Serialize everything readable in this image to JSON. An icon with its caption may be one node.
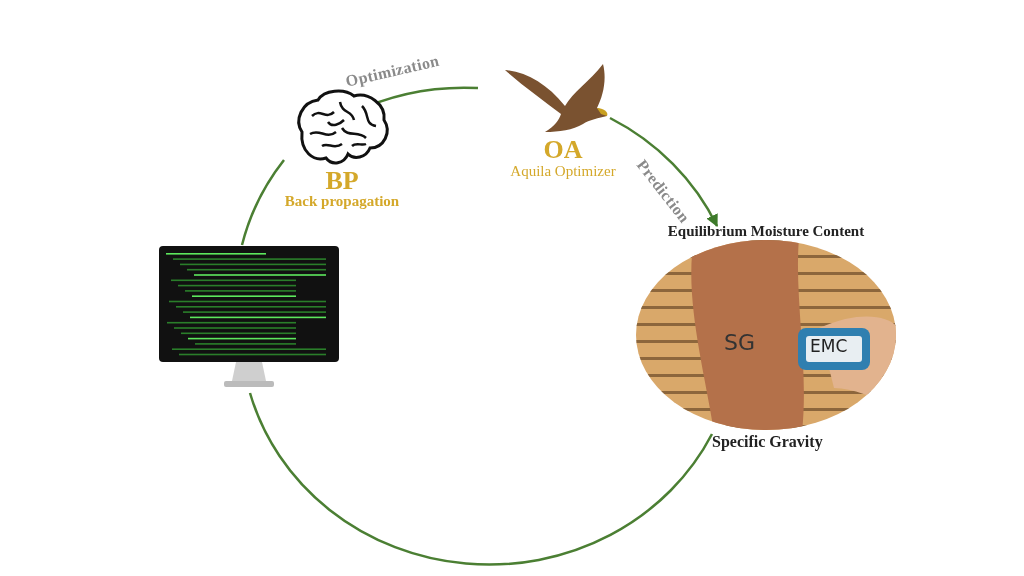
{
  "diagram": {
    "nodes": [
      {
        "text": [],
        "shape": "picture"
      },
      {
        "text": [
          "BP",
          "Back propagation"
        ]
      },
      {
        "text": [
          "OA",
          "Aquila Optimizer"
        ]
      },
      {
        "text": [
          "Equilibrium Moisture Content",
          "SG",
          "EMC",
          "Specific Gravity"
        ]
      }
    ],
    "edges": [
      {
        "from": 0,
        "to": 1,
        "arrow": "none"
      },
      {
        "from": 1,
        "to": 2,
        "arrow": "none",
        "label": "Optimization"
      },
      {
        "from": 2,
        "to": 3,
        "arrow": "to",
        "label": "Prediction"
      },
      {
        "from": 3,
        "to": 0,
        "arrow": "none"
      }
    ]
  }
}
